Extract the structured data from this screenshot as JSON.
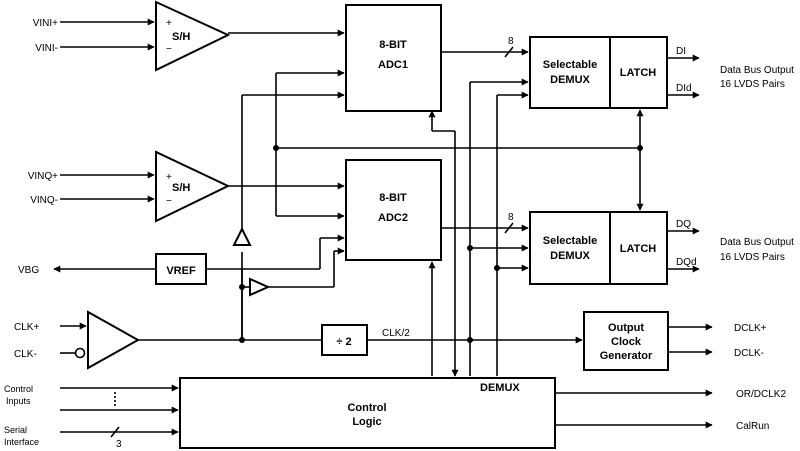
{
  "inputs": {
    "vin_i_plus": "VINI+",
    "vin_i_minus": "VINI-",
    "vin_q_plus": "VINQ+",
    "vin_q_minus": "VINQ-",
    "vbg": "VBG",
    "clk_plus": "CLK+",
    "clk_minus": "CLK-",
    "control_inputs": [
      "Control",
      "Inputs"
    ],
    "serial_interface": [
      "Serial",
      "Interface"
    ]
  },
  "blocks": {
    "sh": "S/H",
    "adc1": [
      "8-BIT",
      "ADC1"
    ],
    "adc2": [
      "8-BIT",
      "ADC2"
    ],
    "vref": "VREF",
    "divider": "÷ 2",
    "demux": [
      "Selectable",
      "DEMUX"
    ],
    "latch": "LATCH",
    "output_clock": [
      "Output",
      "Clock",
      "Generator"
    ],
    "control_logic": [
      "Control",
      "Logic"
    ],
    "demux_label": "DEMUX"
  },
  "signals": {
    "bus_width": "8",
    "serial_width": "3",
    "clk_div2": "CLK/2",
    "plus": "+",
    "minus": "−",
    "di": "DI",
    "did": "DId",
    "dq": "DQ",
    "dqd": "DQd"
  },
  "outputs": {
    "data_bus": [
      "Data Bus Output",
      "16 LVDS Pairs"
    ],
    "dclk_plus": "DCLK+",
    "dclk_minus": "DCLK-",
    "or_dclk2": "OR/DCLK2",
    "calrun": "CalRun"
  }
}
